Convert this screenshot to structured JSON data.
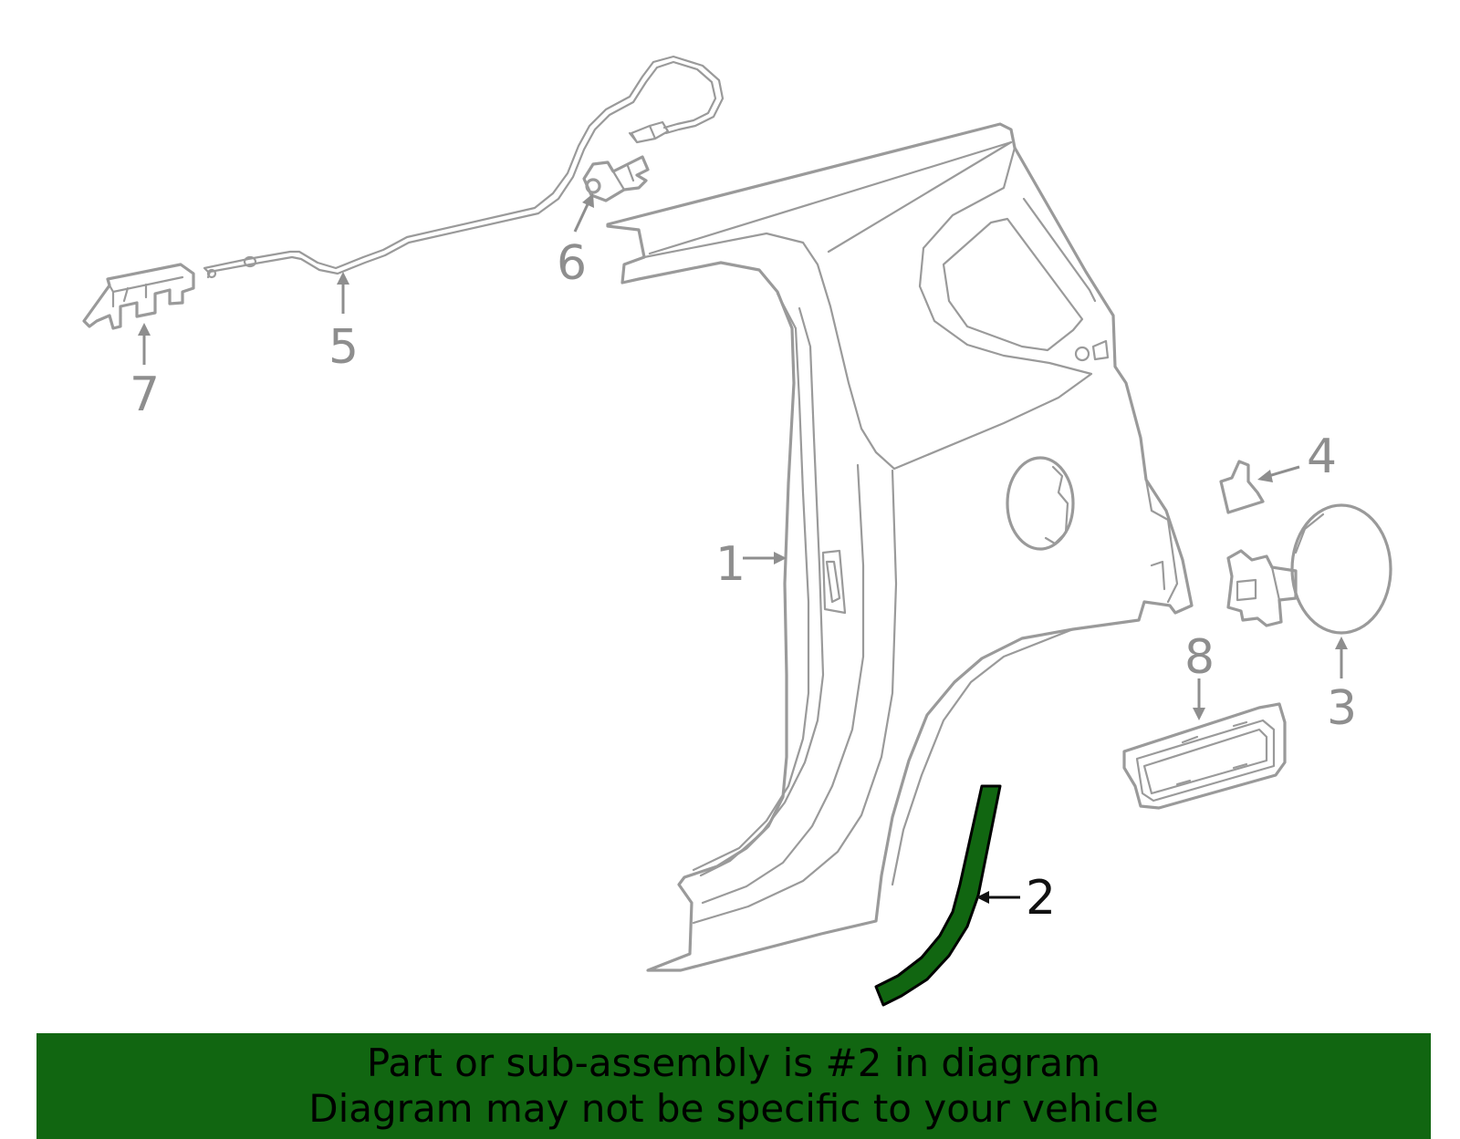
{
  "callouts": {
    "c1": "1",
    "c2": "2",
    "c3": "3",
    "c4": "4",
    "c5": "5",
    "c6": "6",
    "c7": "7",
    "c8": "8"
  },
  "highlighted_part": "2",
  "colors": {
    "part_stroke": "#9a9a9a",
    "highlight_fill": "#116611",
    "banner_bg": "#116611",
    "banner_text": "#000000"
  },
  "banner": {
    "line1": "Part or sub-assembly is #2 in diagram",
    "line2": "Diagram may not be specific to your vehicle"
  }
}
